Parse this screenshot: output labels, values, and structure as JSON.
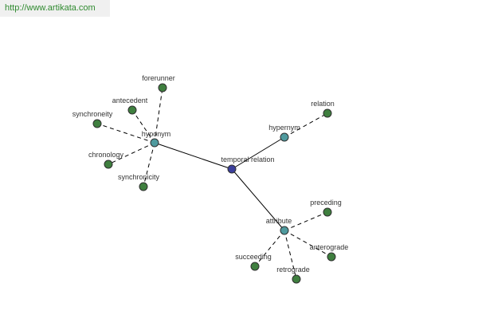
{
  "header": {
    "url": "http://www.artikata.com"
  },
  "colors": {
    "root": "#3b3f9c",
    "hub": "#4f9a9e",
    "leaf": "#3f7f3f",
    "edge": "#000000",
    "url_text": "#2f8a2f",
    "url_bg": "#f0f0f0"
  },
  "graph": {
    "root": {
      "id": "temporal-relation",
      "label": "temporal relation"
    },
    "hubs": [
      {
        "id": "hyponym",
        "label": "hyponym",
        "leaves": [
          "forerunner",
          "antecedent",
          "synchroneity",
          "chronology",
          "synchronicity"
        ]
      },
      {
        "id": "hypernym",
        "label": "hypernym",
        "leaves": [
          "relation"
        ]
      },
      {
        "id": "attribute",
        "label": "attribute",
        "leaves": [
          "preceding",
          "anterograde",
          "retrograde",
          "succeeding"
        ]
      }
    ]
  }
}
